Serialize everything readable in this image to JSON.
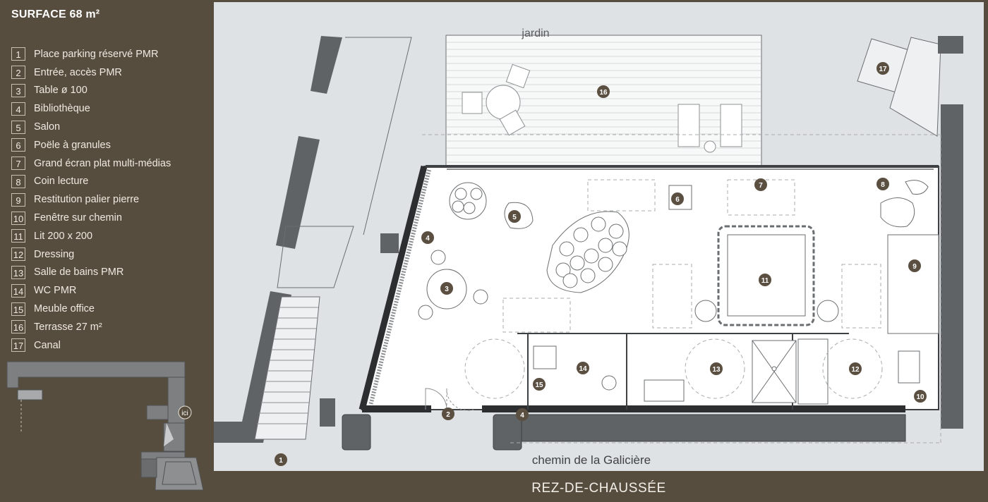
{
  "surface": "SURFACE 68 m²",
  "legend": [
    {
      "num": "1",
      "label": "Place parking réservé PMR"
    },
    {
      "num": "2",
      "label": "Entrée, accès PMR"
    },
    {
      "num": "3",
      "label": "Table ø 100"
    },
    {
      "num": "4",
      "label": "Bibliothèque"
    },
    {
      "num": "5",
      "label": "Salon"
    },
    {
      "num": "6",
      "label": "Poële à granules"
    },
    {
      "num": "7",
      "label": "Grand écran plat multi-médias"
    },
    {
      "num": "8",
      "label": "Coin lecture"
    },
    {
      "num": "9",
      "label": "Restitution palier pierre"
    },
    {
      "num": "10",
      "label": "Fenêtre sur chemin"
    },
    {
      "num": "11",
      "label": "Lit 200 x 200"
    },
    {
      "num": "12",
      "label": "Dressing"
    },
    {
      "num": "13",
      "label": "Salle de bains PMR"
    },
    {
      "num": "14",
      "label": "WC PMR"
    },
    {
      "num": "15",
      "label": "Meuble office"
    },
    {
      "num": "16",
      "label": "Terrasse 27 m²"
    },
    {
      "num": "17",
      "label": "Canal"
    }
  ],
  "plan": {
    "garden_label": "jardin",
    "street_label": "chemin de la Galicière",
    "level_label": "REZ-DE-CHAUSSÉE",
    "keymap_label": "ici",
    "markers": [
      "1",
      "2",
      "3",
      "4",
      "4",
      "5",
      "6",
      "7",
      "8",
      "9",
      "10",
      "11",
      "12",
      "13",
      "14",
      "15",
      "16",
      "17"
    ]
  },
  "colors": {
    "background": "#574d3f",
    "plan_background": "#dfe2e4",
    "room_floor": "#ffffff",
    "wall": "#5f6366",
    "marker": "#5a4f40"
  }
}
